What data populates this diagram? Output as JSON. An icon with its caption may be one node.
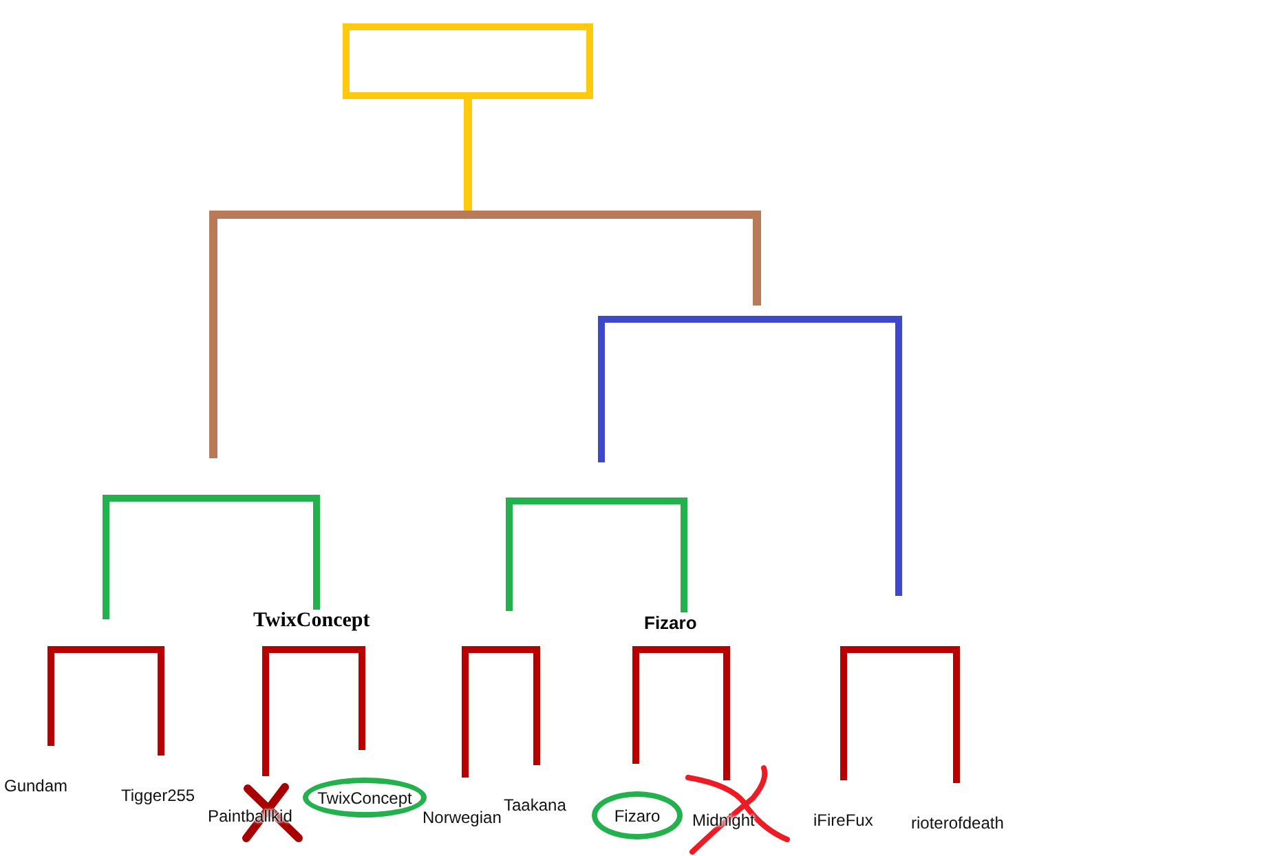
{
  "diagram": {
    "nodes": [
      {
        "text": [],
        "shape": "box"
      },
      {
        "text": [
          "TwixConcept"
        ]
      },
      {
        "text": [
          "Fizaro"
        ]
      },
      {
        "text": [
          "Gundam"
        ]
      },
      {
        "text": [
          "Tigger255"
        ]
      },
      {
        "text": [
          "Paintballkid"
        ]
      },
      {
        "text": [
          "TwixConcept"
        ]
      },
      {
        "text": [
          "Norwegian"
        ]
      },
      {
        "text": [
          "Taakana"
        ]
      },
      {
        "text": [
          "Fizaro"
        ]
      },
      {
        "text": [
          "Midnight"
        ]
      },
      {
        "text": [
          "iFireFux"
        ]
      },
      {
        "text": [
          "rioterofdeath"
        ]
      }
    ],
    "edges": [
      {
        "from": 0,
        "to": null,
        "arrow": "none",
        "color": "#b97a57"
      },
      {
        "from": 0,
        "to": null,
        "arrow": "none",
        "color": "#b97a57"
      },
      {
        "from": null,
        "to": 1,
        "arrow": "none",
        "color": "#22b14c"
      },
      {
        "from": null,
        "to": 2,
        "arrow": "none",
        "color": "#22b14c"
      },
      {
        "from": 3,
        "to": 4,
        "arrow": "none"
      },
      {
        "from": 5,
        "to": 6,
        "arrow": "none"
      },
      {
        "from": 7,
        "to": 8,
        "arrow": "none"
      },
      {
        "from": 9,
        "to": 10,
        "arrow": "none"
      },
      {
        "from": 11,
        "to": 12,
        "arrow": "none"
      }
    ]
  }
}
